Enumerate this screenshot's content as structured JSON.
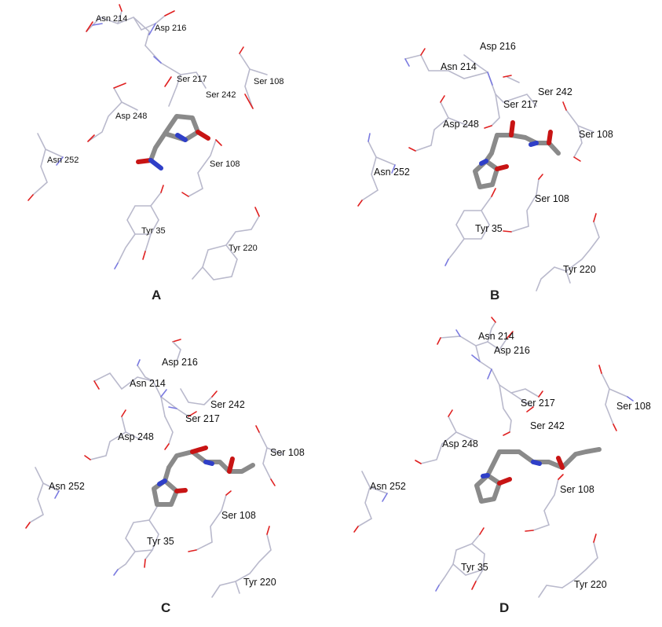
{
  "panels": [
    {
      "letter": "A",
      "residues": [
        "Asn 214",
        "Asp 216",
        "Ser 217",
        "Ser 108",
        "Ser 242",
        "Asp 248",
        "Asn 252",
        "Ser 108",
        "Tyr 35",
        "Tyr 220"
      ]
    },
    {
      "letter": "B",
      "residues": [
        "Asp 216",
        "Asn 214",
        "Ser 242",
        "Ser 217",
        "Asp 248",
        "Ser 108",
        "Asn 252",
        "Ser 108",
        "Tyr 35",
        "Tyr 220"
      ]
    },
    {
      "letter": "C",
      "residues": [
        "Asp 216",
        "Asn 214",
        "Ser 242",
        "Ser 217",
        "Asp 248",
        "Ser 108",
        "Asn 252",
        "Ser 108",
        "Tyr 35",
        "Tyr 220"
      ]
    },
    {
      "letter": "D",
      "residues": [
        "Asn 214",
        "Asp 216",
        "Ser 217",
        "Ser 108",
        "Ser 242",
        "Asp 248",
        "Asn 252",
        "Ser 108",
        "Tyr 35",
        "Tyr 220"
      ]
    }
  ],
  "colors": {
    "protein_carbon": "#b9b9cc",
    "oxygen": "#e02020",
    "nitrogen": "#7a7ae0",
    "ligand_carbon": "#8a8a8a",
    "ligand_oxygen": "#c81414",
    "ligand_nitrogen": "#2f3fc8"
  }
}
